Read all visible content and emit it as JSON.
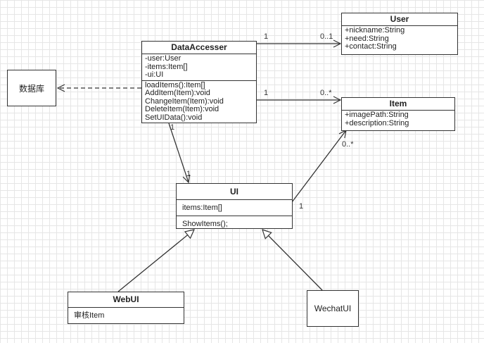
{
  "classes": {
    "user": {
      "name": "User",
      "attributes": [
        "+nickname:String",
        "+need:String",
        "+contact:String"
      ]
    },
    "data_accesser": {
      "name": "DataAccesser",
      "attributes": [
        "-user:User",
        "-items:Item[]",
        "-ui:UI"
      ],
      "methods": [
        "loadItems():Item[]",
        "AddItem(Item):void",
        "ChangeItem(Item):void",
        "DeleteItem(Item):void",
        "SetUIData():void"
      ]
    },
    "item": {
      "name": "Item",
      "attributes": [
        "+imagePath:String",
        "+description:String"
      ]
    },
    "ui": {
      "name": "UI",
      "attributes": [
        "items:Item[]"
      ],
      "methods": [
        "ShowItems();"
      ]
    },
    "web_ui": {
      "name": "WebUI",
      "attributes": [
        "审核Item"
      ]
    }
  },
  "plain_boxes": {
    "database": "数据库",
    "wechat_ui": "WechatUI"
  },
  "multiplicities": {
    "da_user_source": "1",
    "da_user_target": "0..1",
    "da_item_source": "1",
    "da_item_target": "0..*",
    "da_ui_source": "1",
    "da_ui_target": "1",
    "ui_item_source": "1",
    "ui_item_target": "0..*"
  }
}
